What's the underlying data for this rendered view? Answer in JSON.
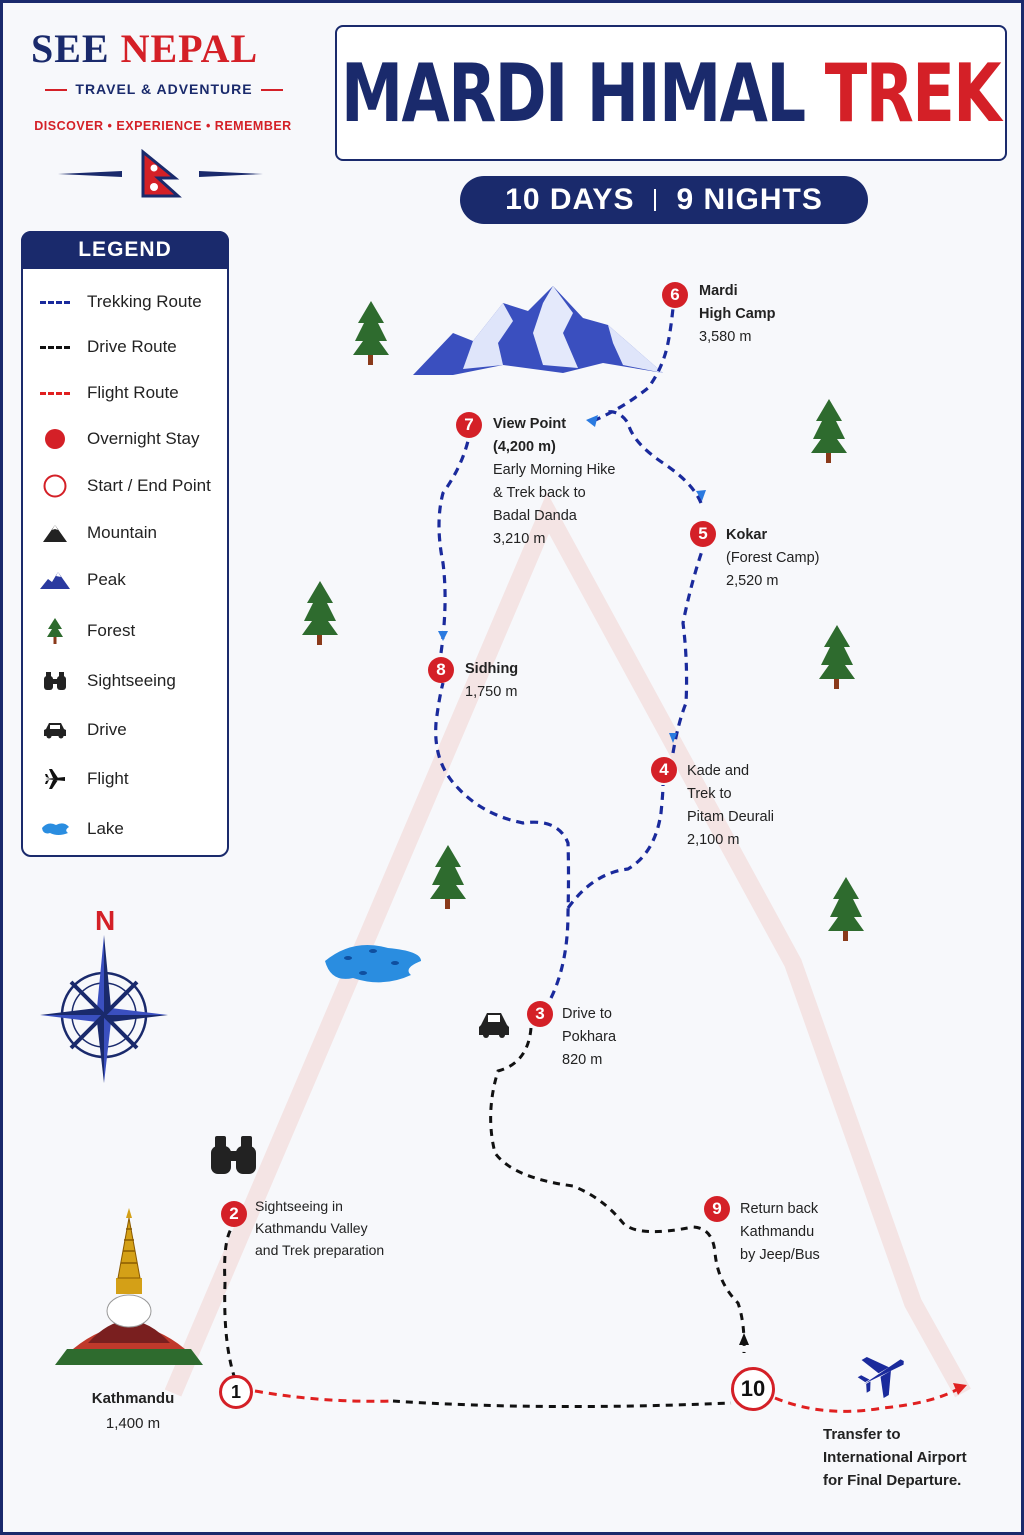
{
  "brand": {
    "name_part1": "SEE",
    "name_part2": "NEPAL",
    "tagline": "TRAVEL & ADVENTURE",
    "slogan": "DISCOVER • EXPERIENCE • REMEMBER"
  },
  "title": {
    "part1": "MARDI HIMAL",
    "part2": "TREK"
  },
  "duration": {
    "days": "10 DAYS",
    "nights": "9 NIGHTS"
  },
  "legend": {
    "heading": "LEGEND",
    "items": [
      {
        "label": "Trekking Route",
        "icon": "trekking-route-line",
        "color": "#1a2a9c"
      },
      {
        "label": "Drive Route",
        "icon": "drive-route-line",
        "color": "#111111"
      },
      {
        "label": "Flight Route",
        "icon": "flight-route-line",
        "color": "#e02020"
      },
      {
        "label": "Overnight Stay",
        "icon": "overnight-dot-icon",
        "color": "#d42027"
      },
      {
        "label": "Start / End Point",
        "icon": "start-end-ring-icon",
        "color": "#d42027"
      },
      {
        "label": "Mountain",
        "icon": "mountain-icon"
      },
      {
        "label": "Peak",
        "icon": "peak-icon"
      },
      {
        "label": "Forest",
        "icon": "forest-icon"
      },
      {
        "label": "Sightseeing",
        "icon": "binoculars-icon"
      },
      {
        "label": "Drive",
        "icon": "car-icon"
      },
      {
        "label": "Flight",
        "icon": "airplane-icon"
      },
      {
        "label": "Lake",
        "icon": "lake-icon"
      }
    ]
  },
  "compass": {
    "north": "N"
  },
  "stops": [
    {
      "num": "1",
      "name": "Kathmandu",
      "lines": [
        "1,400 m"
      ]
    },
    {
      "num": "2",
      "name": "",
      "lines": [
        "Sightseeing in",
        "Kathmandu Valley",
        "and Trek preparation"
      ]
    },
    {
      "num": "3",
      "name": "",
      "lines": [
        "Drive to",
        "Pokhara",
        "820 m"
      ]
    },
    {
      "num": "4",
      "name": "Kade and",
      "lines": [
        "Trek to",
        "Pitam Deurali",
        "2,100 m"
      ]
    },
    {
      "num": "5",
      "name": "Kokar",
      "lines": [
        "(Forest Camp)",
        "2,520 m"
      ]
    },
    {
      "num": "6",
      "name": "Mardi",
      "name2": "High Camp",
      "lines": [
        "3,580 m"
      ]
    },
    {
      "num": "7",
      "name": "View Point",
      "name2": "(4,200 m)",
      "lines": [
        "Early Morning Hike",
        "& Trek back to",
        "Badal Danda",
        "3,210 m"
      ]
    },
    {
      "num": "8",
      "name": "Sidhing",
      "lines": [
        "1,750 m"
      ]
    },
    {
      "num": "9",
      "name": "",
      "lines": [
        "Return back",
        "Kathmandu",
        "by Jeep/Bus"
      ]
    },
    {
      "num": "10",
      "name": "",
      "lines": []
    }
  ],
  "transfer": {
    "lines": [
      "Transfer to",
      "International Airport",
      "for Final Departure."
    ]
  },
  "colors": {
    "navy": "#1a2a6c",
    "red": "#d42027",
    "trek": "#1a2a9c",
    "drive": "#111111",
    "flight": "#e02020"
  }
}
